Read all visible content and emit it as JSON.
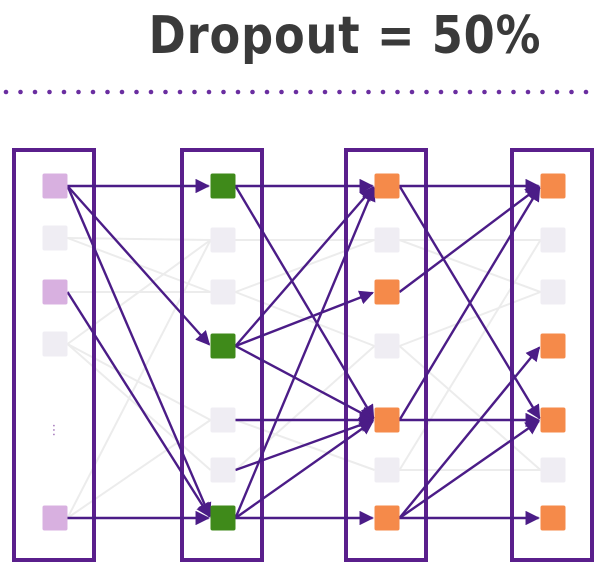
{
  "title": "Dropout = 50%",
  "colors": {
    "frame": "#5a1f8c",
    "arrow": "#4b1c87",
    "dotted_rule": "#6a2ea0",
    "faded_arrow": "#ececec",
    "dropped_node": "#efedf3",
    "input_node": "#d8b0e0",
    "hidden1_node": "#3f8a1a",
    "hidden_node": "#f58a4a"
  },
  "layers": [
    {
      "name": "input",
      "nodes": [
        {
          "state": "active"
        },
        {
          "state": "dropped"
        },
        {
          "state": "active"
        },
        {
          "state": "dropped"
        },
        {
          "state": "ellipsis",
          "label": "..."
        },
        {
          "state": "active"
        }
      ]
    },
    {
      "name": "hidden-1",
      "nodes": [
        {
          "state": "active"
        },
        {
          "state": "dropped"
        },
        {
          "state": "dropped"
        },
        {
          "state": "active"
        },
        {
          "state": "dropped"
        },
        {
          "state": "dropped"
        },
        {
          "state": "active"
        }
      ]
    },
    {
      "name": "hidden-2",
      "nodes": [
        {
          "state": "active"
        },
        {
          "state": "dropped"
        },
        {
          "state": "active"
        },
        {
          "state": "dropped"
        },
        {
          "state": "active"
        },
        {
          "state": "dropped"
        },
        {
          "state": "active"
        }
      ]
    },
    {
      "name": "output",
      "nodes": [
        {
          "state": "active"
        },
        {
          "state": "dropped"
        },
        {
          "state": "dropped"
        },
        {
          "state": "active"
        },
        {
          "state": "active"
        },
        {
          "state": "dropped"
        },
        {
          "state": "active"
        }
      ]
    }
  ],
  "connections": [
    [
      [
        0,
        0
      ],
      [
        1,
        0
      ]
    ],
    [
      [
        0,
        0
      ],
      [
        1,
        3
      ]
    ],
    [
      [
        0,
        0
      ],
      [
        1,
        6
      ]
    ],
    [
      [
        0,
        2
      ],
      [
        1,
        6
      ]
    ],
    [
      [
        0,
        5
      ],
      [
        1,
        6
      ]
    ],
    [
      [
        1,
        0
      ],
      [
        2,
        0
      ]
    ],
    [
      [
        1,
        0
      ],
      [
        2,
        4
      ]
    ],
    [
      [
        1,
        3
      ],
      [
        2,
        0
      ]
    ],
    [
      [
        1,
        3
      ],
      [
        2,
        2
      ]
    ],
    [
      [
        1,
        3
      ],
      [
        2,
        4
      ]
    ],
    [
      [
        1,
        4
      ],
      [
        2,
        4
      ]
    ],
    [
      [
        1,
        5
      ],
      [
        2,
        4
      ]
    ],
    [
      [
        1,
        6
      ],
      [
        2,
        0
      ]
    ],
    [
      [
        1,
        6
      ],
      [
        2,
        4
      ]
    ],
    [
      [
        1,
        6
      ],
      [
        2,
        6
      ]
    ],
    [
      [
        2,
        0
      ],
      [
        3,
        0
      ]
    ],
    [
      [
        2,
        0
      ],
      [
        3,
        4
      ]
    ],
    [
      [
        2,
        2
      ],
      [
        3,
        0
      ]
    ],
    [
      [
        2,
        4
      ],
      [
        3,
        4
      ]
    ],
    [
      [
        2,
        4
      ],
      [
        3,
        0
      ]
    ],
    [
      [
        2,
        6
      ],
      [
        3,
        3
      ]
    ],
    [
      [
        2,
        6
      ],
      [
        3,
        4
      ]
    ],
    [
      [
        2,
        6
      ],
      [
        3,
        6
      ]
    ]
  ],
  "faded_connections": [
    [
      [
        0,
        1
      ],
      [
        1,
        1
      ]
    ],
    [
      [
        0,
        1
      ],
      [
        1,
        2
      ]
    ],
    [
      [
        0,
        3
      ],
      [
        1,
        1
      ]
    ],
    [
      [
        0,
        3
      ],
      [
        1,
        5
      ]
    ],
    [
      [
        0,
        2
      ],
      [
        1,
        2
      ]
    ],
    [
      [
        0,
        5
      ],
      [
        1,
        4
      ]
    ],
    [
      [
        0,
        5
      ],
      [
        1,
        1
      ]
    ],
    [
      [
        0,
        3
      ],
      [
        1,
        4
      ]
    ],
    [
      [
        1,
        1
      ],
      [
        2,
        1
      ]
    ],
    [
      [
        1,
        2
      ],
      [
        2,
        3
      ]
    ],
    [
      [
        1,
        4
      ],
      [
        2,
        5
      ]
    ],
    [
      [
        1,
        5
      ],
      [
        2,
        3
      ]
    ],
    [
      [
        1,
        2
      ],
      [
        2,
        1
      ]
    ],
    [
      [
        2,
        1
      ],
      [
        3,
        1
      ]
    ],
    [
      [
        2,
        3
      ],
      [
        3,
        2
      ]
    ],
    [
      [
        2,
        5
      ],
      [
        3,
        5
      ]
    ],
    [
      [
        2,
        1
      ],
      [
        3,
        2
      ]
    ],
    [
      [
        2,
        3
      ],
      [
        3,
        5
      ]
    ],
    [
      [
        2,
        5
      ],
      [
        3,
        1
      ]
    ]
  ]
}
